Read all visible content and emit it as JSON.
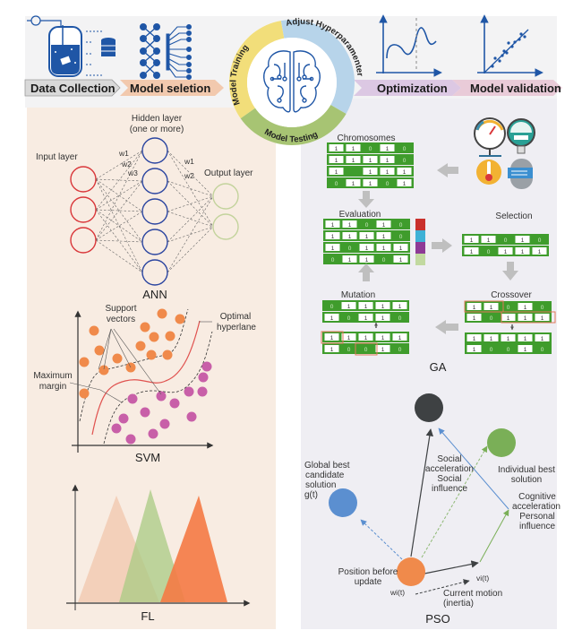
{
  "pipeline": {
    "stages": [
      {
        "label": "Data Collection",
        "color": "#d9d9d9"
      },
      {
        "label": "Model seletion",
        "color": "#f2c9ae"
      },
      {
        "label": "Optimization",
        "color": "#dcc8e3"
      },
      {
        "label": "Model validation",
        "color": "#e9cbd8"
      }
    ],
    "cycle": {
      "training": "Model Training",
      "hyper": "Adjust Hyperparamenter",
      "testing": "Model Testing",
      "colors": {
        "training": "#f2de7a",
        "hyper": "#b7d4ea",
        "testing": "#a7c473"
      }
    }
  },
  "ann": {
    "title": "ANN",
    "input_label": "Input layer",
    "hidden_label_1": "Hidden layer",
    "hidden_label_2": "(one or more)",
    "output_label": "Output layer",
    "weights_left": [
      "w1",
      "w2",
      "w3"
    ],
    "weights_right": [
      "w1",
      "w2"
    ],
    "input_nodes": 3,
    "hidden_nodes": 5,
    "output_nodes": 2,
    "colors": {
      "input": "#d9373a",
      "hidden": "#2b45a0",
      "output": "#c3d39c"
    }
  },
  "svm": {
    "title": "SVM",
    "support_vectors_1": "Support",
    "support_vectors_2": "vectors",
    "optimal_1": "Optimal",
    "optimal_2": "hyperlane",
    "margin_1": "Maximum",
    "margin_2": "margin",
    "colors": {
      "class_a": "#f08a4b",
      "class_b": "#c85fa8",
      "hyperplane": "#e0524f"
    }
  },
  "fl": {
    "title": "FL",
    "colors": [
      "#f2cdb6",
      "#b9d49a",
      "#f47a45"
    ]
  },
  "ga": {
    "title": "GA",
    "chromosomes_label": "Chromosomes",
    "evaluation_label": "Evaluation",
    "selection_label": "Selection",
    "crossover_label": "Crossover",
    "mutation_label": "Mutation",
    "chromosomes": [
      [
        "1",
        "1",
        "0",
        "1",
        "0"
      ],
      [
        "1",
        "1",
        "1",
        "1",
        "0"
      ],
      [
        "1",
        "",
        "1",
        "1",
        "1"
      ],
      [
        "0",
        "1",
        "1",
        "0",
        "1"
      ]
    ],
    "evaluation": [
      [
        "1",
        "1",
        "0",
        "1",
        "0"
      ],
      [
        "1",
        "1",
        "1",
        "1",
        "0"
      ],
      [
        "1",
        "0",
        "1",
        "1",
        "1"
      ],
      [
        "0",
        "1",
        "1",
        "0",
        "1"
      ]
    ],
    "fitness_colors": [
      "#c9302c",
      "#3eb1d6",
      "#8e3a96",
      "#c2d9a0"
    ],
    "selection": [
      [
        "1",
        "1",
        "0",
        "1",
        "0"
      ],
      [
        "1",
        "0",
        "1",
        "1",
        "1"
      ]
    ],
    "crossover_parents": [
      [
        "1",
        "1",
        "0",
        "1",
        "0"
      ],
      [
        "1",
        "0",
        "1",
        "1",
        "1"
      ]
    ],
    "crossover_children": [
      [
        "1",
        "1",
        "1",
        "1",
        "1"
      ],
      [
        "1",
        "0",
        "0",
        "1",
        "0"
      ]
    ],
    "mutation_top": [
      [
        "0",
        "1",
        "1",
        "1",
        "1"
      ],
      [
        "1",
        "0",
        "1",
        "1",
        "0"
      ]
    ],
    "mutation_bottom": [
      [
        "1",
        "1",
        "1",
        "1",
        "1"
      ],
      [
        "1",
        "0",
        "0",
        "1",
        "0"
      ]
    ],
    "colors": {
      "dark": "#3f9c2c",
      "light": "#ffffff",
      "border": "#3f9c2c",
      "highlight": "#e0785a"
    }
  },
  "pso": {
    "title": "PSO",
    "global_best": [
      "Global best",
      "candidate",
      "solution",
      "g(t)"
    ],
    "individual_best": [
      "Individual best",
      "solution"
    ],
    "social": [
      "Social",
      "acceleration",
      "Social",
      "influence"
    ],
    "cognitive": [
      "Cognitive",
      "acceleration",
      "Personal",
      "influence"
    ],
    "position": [
      "Position before",
      "update"
    ],
    "current_motion": [
      "Current motion",
      "(inertia)"
    ],
    "w_label": "wi(t)",
    "v_label": "vi(t)",
    "colors": {
      "global": "#5b8fd0",
      "target": "#3e4143",
      "individual": "#7aaf57",
      "position": "#f08a4b"
    }
  }
}
